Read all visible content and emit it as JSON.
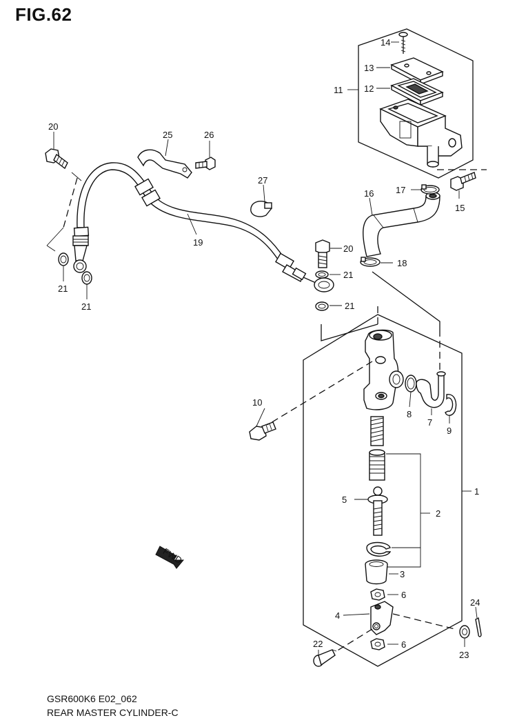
{
  "figure_title": "FIG.62",
  "footer": {
    "code": "GSR600K6 E02_062",
    "name": "REAR MASTER CYLINDER-C"
  },
  "fwd_label": "FWD",
  "callouts": {
    "c1": "1",
    "c2": "2",
    "c3": "3",
    "c4": "4",
    "c5": "5",
    "c6a": "6",
    "c6b": "6",
    "c7": "7",
    "c8": "8",
    "c9": "9",
    "c10": "10",
    "c11": "11",
    "c12": "12",
    "c13": "13",
    "c14": "14",
    "c15": "15",
    "c16": "16",
    "c17": "17",
    "c18": "18",
    "c19": "19",
    "c20a": "20",
    "c20b": "20",
    "c21a": "21",
    "c21b": "21",
    "c21c": "21",
    "c21d": "21",
    "c22": "22",
    "c23": "23",
    "c24": "24",
    "c25": "25",
    "c26": "26",
    "c27": "27"
  }
}
